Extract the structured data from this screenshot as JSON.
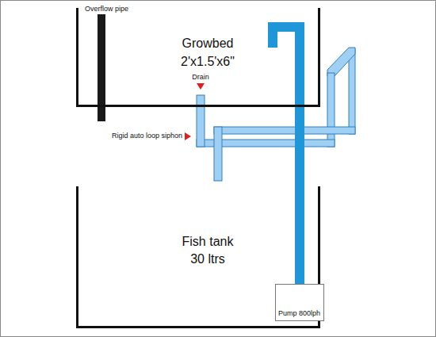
{
  "diagram": {
    "nodes": [
      {
        "text": [
          "Growbed",
          "2'x1.5'x6\""
        ]
      },
      {
        "text": [
          "Fish tank",
          "30 ltrs"
        ]
      },
      {
        "text": [
          "Pump 800lph"
        ],
        "in": 1
      }
    ],
    "edges": [
      {
        "from": 2,
        "to": 0,
        "arrow": "none"
      }
    ],
    "labels": [
      "Overflow pipe",
      "Drain",
      "Rigid auto loop siphon"
    ]
  }
}
